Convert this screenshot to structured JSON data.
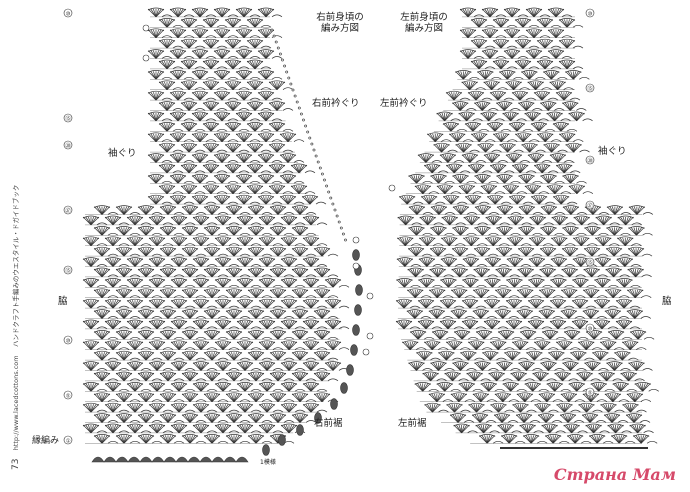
{
  "titles": {
    "right_front_chart": "右前身頃の\n編み方図",
    "left_front_chart": "左前身頃の\n編み方図"
  },
  "labels": {
    "right_front_neck": "右前衿ぐり",
    "left_front_neck": "左前衿ぐり",
    "armhole_left": "袖ぐり",
    "armhole_right": "袖ぐり",
    "side_left": "脇",
    "side_right": "脇",
    "right_front_hem": "右前裾",
    "left_front_hem": "左前裾",
    "edging": "縁編み",
    "start_note": "1模様"
  },
  "side_text": {
    "page_number": "73",
    "url": "http://www.lacedcottons.com",
    "publisher": "ハンドクラフト手編みのウエスタイル・ドガイドブック"
  },
  "row_markers_left": [
    "⑩",
    "㉗",
    "⑮",
    "⑳",
    "⑮",
    "⑩",
    "⑤",
    "①"
  ],
  "row_markers_right": [
    "⑩",
    "⑮",
    "⑳",
    "㉗",
    "⑮",
    "⑩",
    "⑤"
  ],
  "watermark": "Страна Мам"
}
